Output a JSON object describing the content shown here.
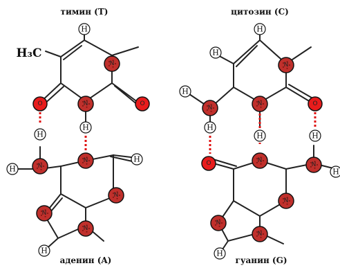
{
  "pairs": [
    {
      "top_name": "тимин (T)",
      "bottom_name": "аденин (A)",
      "methyl": "H₃C"
    },
    {
      "top_name": "цитозин (C)",
      "bottom_name": "гуанин (G)"
    }
  ],
  "atoms": {
    "nitrogen": "N",
    "oxygen": "O",
    "hydrogen": "H"
  },
  "colors": {
    "nitrogen_fill": "#c0302c",
    "oxygen_fill": "#e81c1c",
    "hydrogen_fill": "#ffffff",
    "bond": "#222222",
    "hydrogen_bond": "#e01010"
  }
}
